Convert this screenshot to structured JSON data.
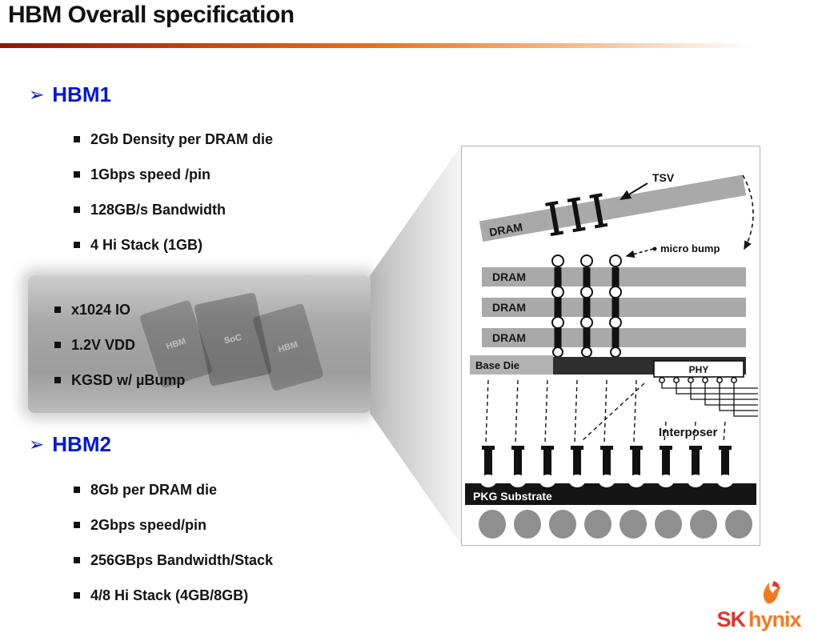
{
  "slide": {
    "title": "HBM Overall specification"
  },
  "hbm1": {
    "marker": "➢",
    "heading": "HBM1",
    "items": [
      "2Gb Density per DRAM die",
      "1Gbps speed /pin",
      "128GB/s Bandwidth",
      "4 Hi Stack (1GB)"
    ]
  },
  "highlight_box": {
    "items": [
      "x1024 IO",
      "1.2V VDD",
      "KGSD w/ µBump"
    ],
    "chip_labels": [
      "HBM",
      "SoC",
      "HBM"
    ]
  },
  "hbm2": {
    "marker": "➢",
    "heading": "HBM2",
    "items": [
      "8Gb per DRAM die",
      "2Gbps speed/pin",
      "256GBps Bandwidth/Stack",
      "4/8 Hi Stack (4GB/8GB)"
    ]
  },
  "diagram": {
    "tsv_label": "TSV",
    "micro_bump_label": "micro bump",
    "dram_label": "DRAM",
    "base_die_label": "Base Die",
    "phy_label": "PHY",
    "interposer_label": "Interposer",
    "pkg_label": "PKG Substrate"
  },
  "logo": {
    "sk": "SK",
    "hynix": "hynix"
  },
  "colors": {
    "heading_blue": "#0018d8",
    "rule_red": "#c03a0c",
    "rule_orange": "#e96f19",
    "logo_red": "#e0352a",
    "logo_orange": "#f47a20"
  }
}
